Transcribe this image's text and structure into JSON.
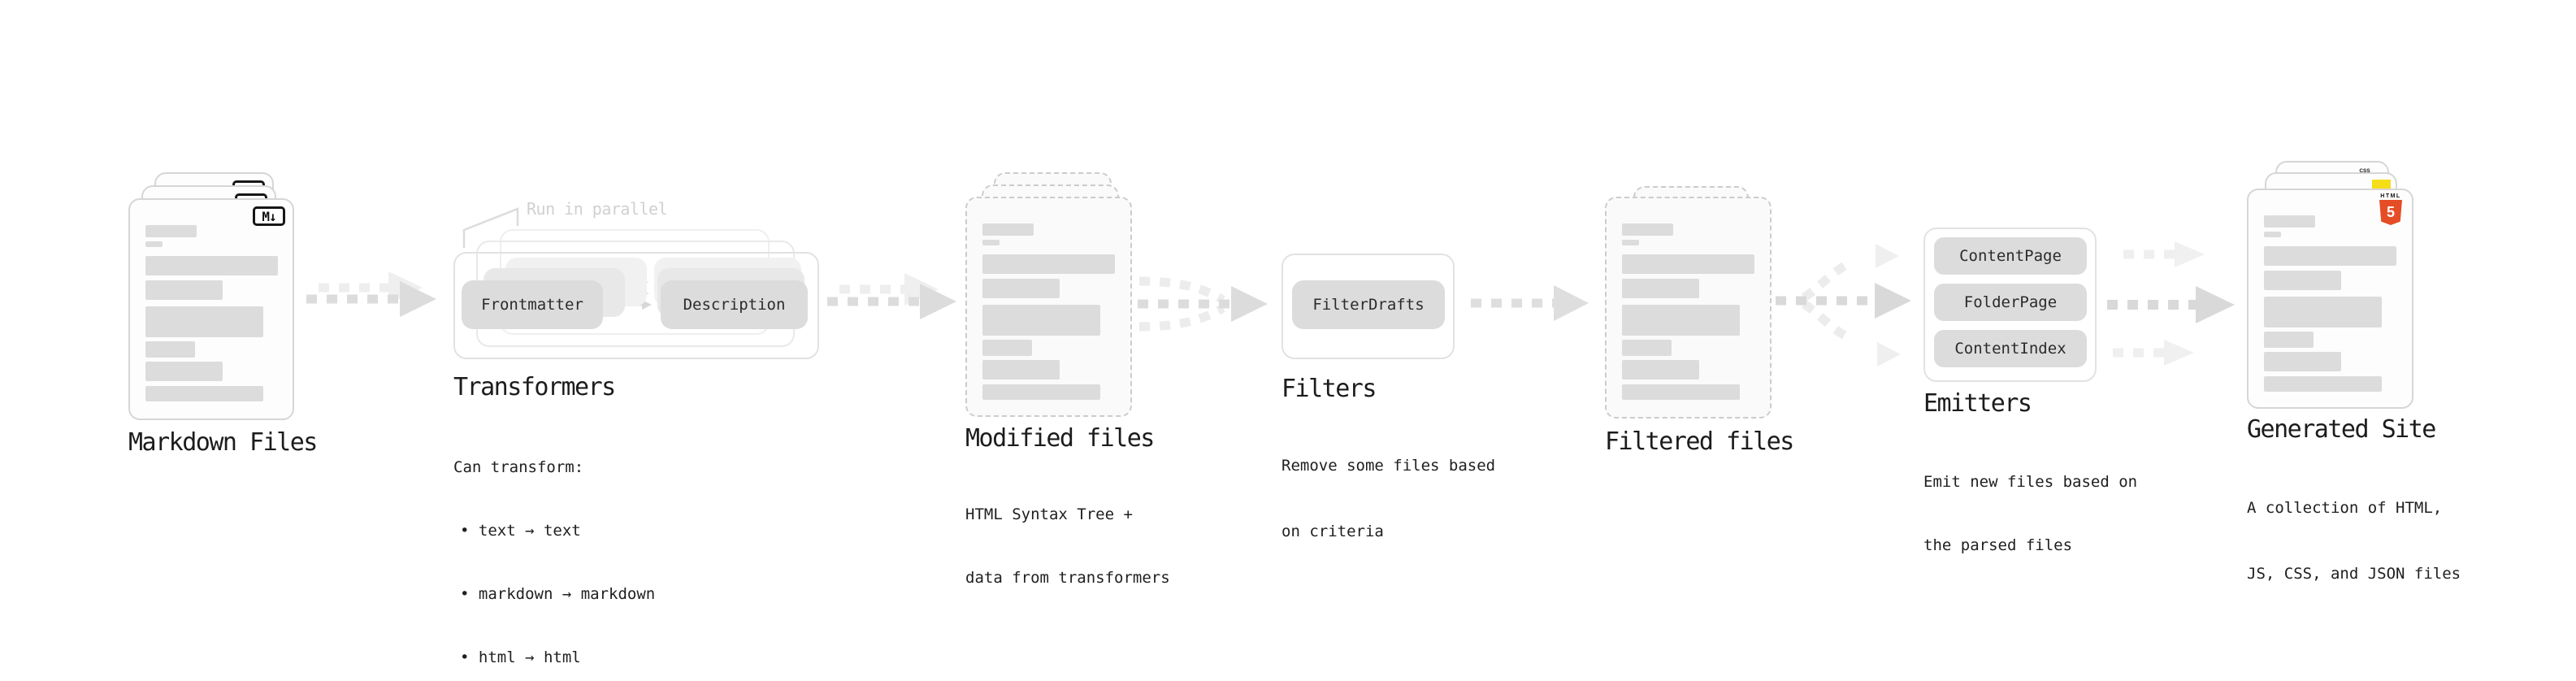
{
  "stages": {
    "markdown_files": {
      "title": "Markdown Files",
      "file_badge": "M↓"
    },
    "transformers": {
      "annotation": "Run in parallel",
      "pill_left": "Frontmatter",
      "pill_right": "Description",
      "title": "Transformers",
      "body_intro": "Can transform:",
      "bullets": [
        "• text → text",
        "• markdown → markdown",
        "• html → html"
      ]
    },
    "modified_files": {
      "title": "Modified files",
      "body": [
        "HTML Syntax Tree +",
        "data from transformers"
      ]
    },
    "filters": {
      "title": "Filters",
      "pill": "FilterDrafts",
      "body": [
        "Remove some files based",
        "on criteria"
      ]
    },
    "filtered_files": {
      "title": "Filtered files"
    },
    "emitters": {
      "title": "Emitters",
      "pills": [
        "ContentPage",
        "FolderPage",
        "ContentIndex"
      ],
      "body": [
        "Emit new files based on",
        "the parsed files"
      ]
    },
    "generated_site": {
      "title": "Generated Site",
      "body": [
        "A collection of HTML,",
        "JS, CSS, and JSON files"
      ],
      "css_badge": "CSS",
      "html_badge_label": "HTML",
      "html_badge_number": "5"
    }
  },
  "colors": {
    "arrow_dark": "#dcdcdc",
    "arrow_light": "#eeeeee",
    "pill_bg": "#dcdcdc",
    "card_border": "#d6d6d6",
    "dashed_border": "#cccccc",
    "html5_orange": "#e44d26",
    "js_yellow": "#f5de19",
    "css_blue": "#2965f1"
  }
}
